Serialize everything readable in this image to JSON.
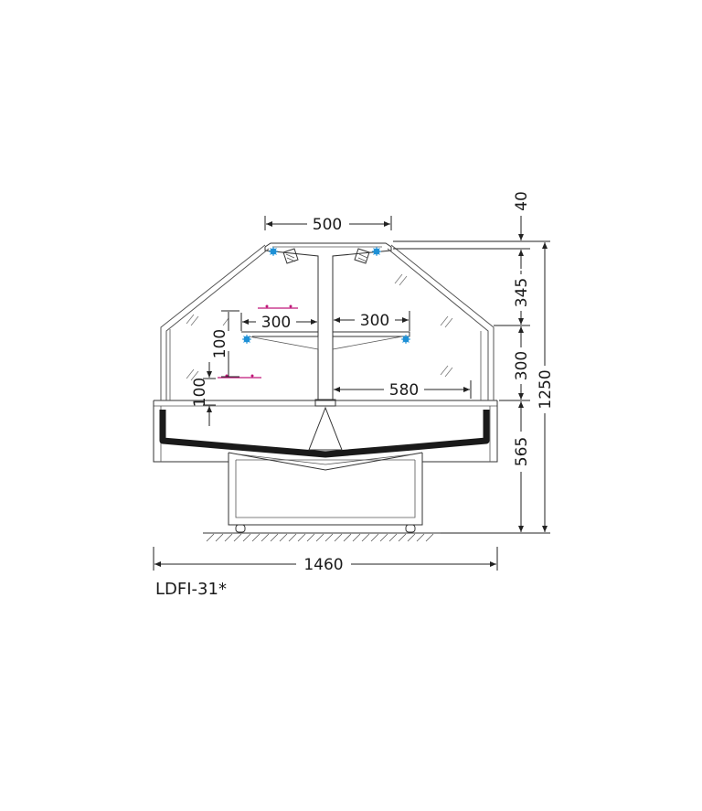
{
  "drawing": {
    "model": "LDFI-31*",
    "dimensions": {
      "top_width": "500",
      "shelf_left": "300",
      "shelf_right": "300",
      "shelf_gap_upper": "100",
      "shelf_gap_lower": "100",
      "tray_depth": "580",
      "total_width": "1460",
      "glass_offset": "40",
      "upper_height": "345",
      "middle_height": "300",
      "base_height": "565",
      "total_height": "1250"
    },
    "colors": {
      "line": "#333333",
      "light_icon": "#1e90d6",
      "price_rail": "#c0187a",
      "tray": "#1a1a1a"
    }
  }
}
